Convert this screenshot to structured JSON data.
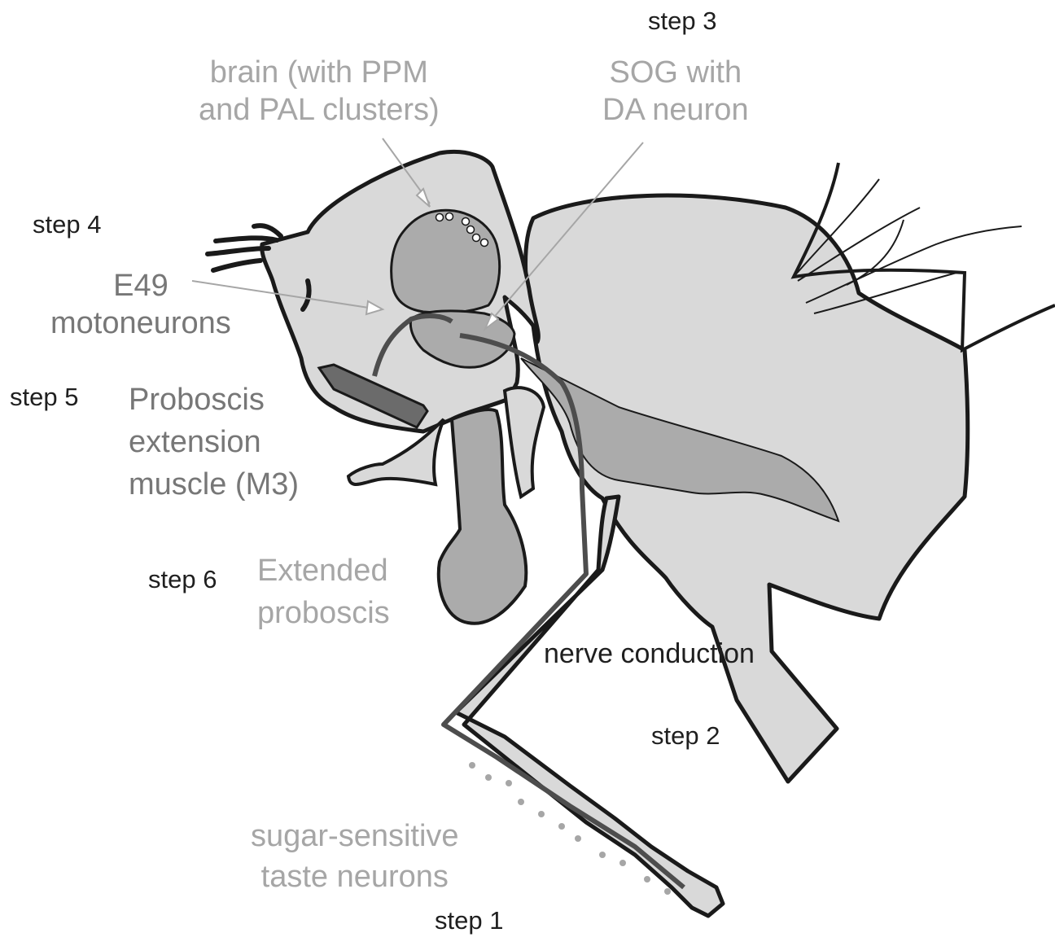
{
  "steps": {
    "step1": "step 1",
    "step2": "step 2",
    "step3": "step 3",
    "step4": "step 4",
    "step5": "step 5",
    "step6": "step 6"
  },
  "labels": {
    "brain": [
      "brain (with PPM",
      "and PAL clusters)"
    ],
    "sog": [
      "SOG with",
      "DA neuron"
    ],
    "e49": [
      "E49",
      "motoneurons"
    ],
    "muscle": [
      "Proboscis",
      "extension",
      "muscle (M3)"
    ],
    "proboscis": [
      "Extended",
      "proboscis"
    ],
    "nerve": [
      "nerve",
      "conduction"
    ],
    "taste": [
      "sugar-sensitive",
      "taste neurons"
    ]
  },
  "colors": {
    "outline": "#1a1a1a",
    "body_fill": "#d9d9d9",
    "organ_fill": "#ababab",
    "muscle_fill": "#6b6b6b",
    "nerve_line": "#4d4d4d",
    "label_dark": "#1f1f1f",
    "label_mid": "#777777",
    "label_light": "#a6a6a6"
  }
}
